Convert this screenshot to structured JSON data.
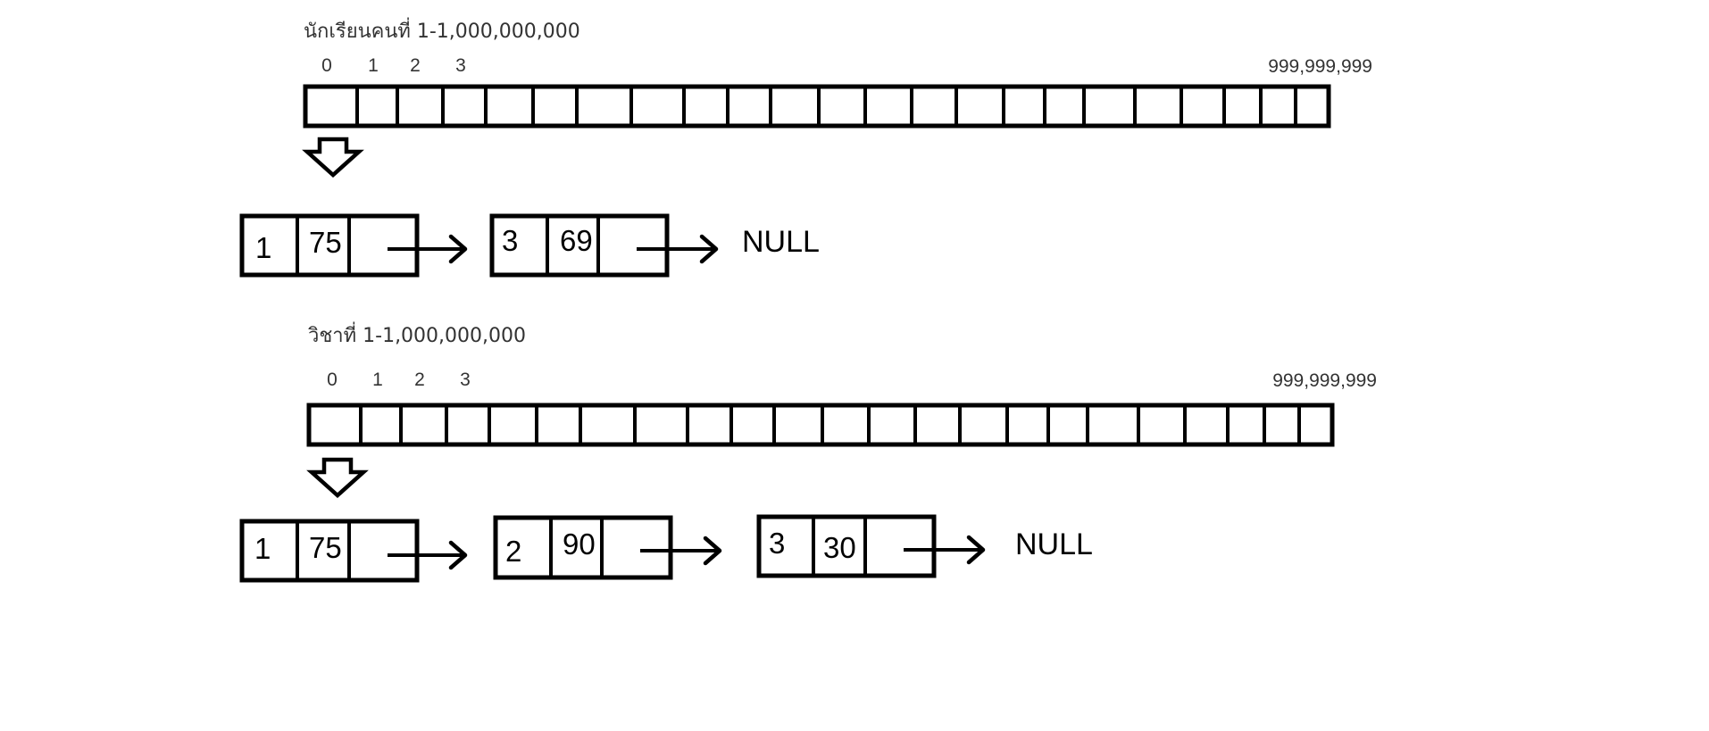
{
  "students": {
    "caption": "นักเรียนคนที่ 1-1,000,000,000",
    "index_labels": [
      "0",
      "1",
      "2",
      "3"
    ],
    "last_index": "999,999,999",
    "nodes": [
      {
        "id": "1",
        "score": "75"
      },
      {
        "id": "3",
        "score": "69"
      }
    ],
    "end": "NULL"
  },
  "subjects": {
    "caption": "วิชาที่ 1-1,000,000,000",
    "index_labels": [
      "0",
      "1",
      "2",
      "3"
    ],
    "last_index": "999,999,999",
    "nodes": [
      {
        "id": "1",
        "score": "75"
      },
      {
        "id": "2",
        "score": "90"
      },
      {
        "id": "3",
        "score": "30"
      }
    ],
    "end": "NULL"
  }
}
